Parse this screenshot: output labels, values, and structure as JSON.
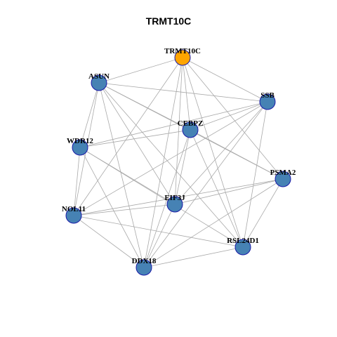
{
  "title": "TRMT10C",
  "colors": {
    "focus_node_fill": "#ffa500",
    "node_fill": "#4682b4",
    "node_stroke": "#1a1aa8",
    "edge": "#a9a9a9"
  },
  "nodes": [
    {
      "id": "TRMT10C",
      "label": "TRMT10C",
      "focus": true
    },
    {
      "id": "ASUN",
      "label": "ASUN"
    },
    {
      "id": "SSB",
      "label": "SSB"
    },
    {
      "id": "CEBPZ",
      "label": "CEBPZ"
    },
    {
      "id": "WDR12",
      "label": "WDR12"
    },
    {
      "id": "PSMA2",
      "label": "PSMA2"
    },
    {
      "id": "EIF3J",
      "label": "EIF3J"
    },
    {
      "id": "NOL11",
      "label": "NOL11"
    },
    {
      "id": "RSL24D1",
      "label": "RSL24D1"
    },
    {
      "id": "DDX18",
      "label": "DDX18"
    }
  ],
  "edges": [
    [
      "TRMT10C",
      "ASUN"
    ],
    [
      "TRMT10C",
      "SSB"
    ],
    [
      "TRMT10C",
      "CEBPZ"
    ],
    [
      "TRMT10C",
      "PSMA2"
    ],
    [
      "TRMT10C",
      "EIF3J"
    ],
    [
      "TRMT10C",
      "NOL11"
    ],
    [
      "TRMT10C",
      "RSL24D1"
    ],
    [
      "TRMT10C",
      "DDX18"
    ],
    [
      "ASUN",
      "SSB"
    ],
    [
      "ASUN",
      "CEBPZ"
    ],
    [
      "ASUN",
      "WDR12"
    ],
    [
      "ASUN",
      "PSMA2"
    ],
    [
      "ASUN",
      "EIF3J"
    ],
    [
      "ASUN",
      "NOL11"
    ],
    [
      "ASUN",
      "RSL24D1"
    ],
    [
      "ASUN",
      "DDX18"
    ],
    [
      "SSB",
      "CEBPZ"
    ],
    [
      "SSB",
      "WDR12"
    ],
    [
      "SSB",
      "EIF3J"
    ],
    [
      "SSB",
      "NOL11"
    ],
    [
      "SSB",
      "RSL24D1"
    ],
    [
      "SSB",
      "DDX18"
    ],
    [
      "CEBPZ",
      "WDR12"
    ],
    [
      "CEBPZ",
      "PSMA2"
    ],
    [
      "CEBPZ",
      "EIF3J"
    ],
    [
      "CEBPZ",
      "RSL24D1"
    ],
    [
      "CEBPZ",
      "DDX18"
    ],
    [
      "WDR12",
      "EIF3J"
    ],
    [
      "WDR12",
      "NOL11"
    ],
    [
      "WDR12",
      "RSL24D1"
    ],
    [
      "WDR12",
      "DDX18"
    ],
    [
      "PSMA2",
      "EIF3J"
    ],
    [
      "PSMA2",
      "NOL11"
    ],
    [
      "PSMA2",
      "RSL24D1"
    ],
    [
      "PSMA2",
      "DDX18"
    ],
    [
      "EIF3J",
      "NOL11"
    ],
    [
      "EIF3J",
      "DDX18"
    ],
    [
      "NOL11",
      "RSL24D1"
    ],
    [
      "NOL11",
      "DDX18"
    ],
    [
      "RSL24D1",
      "DDX18"
    ]
  ]
}
